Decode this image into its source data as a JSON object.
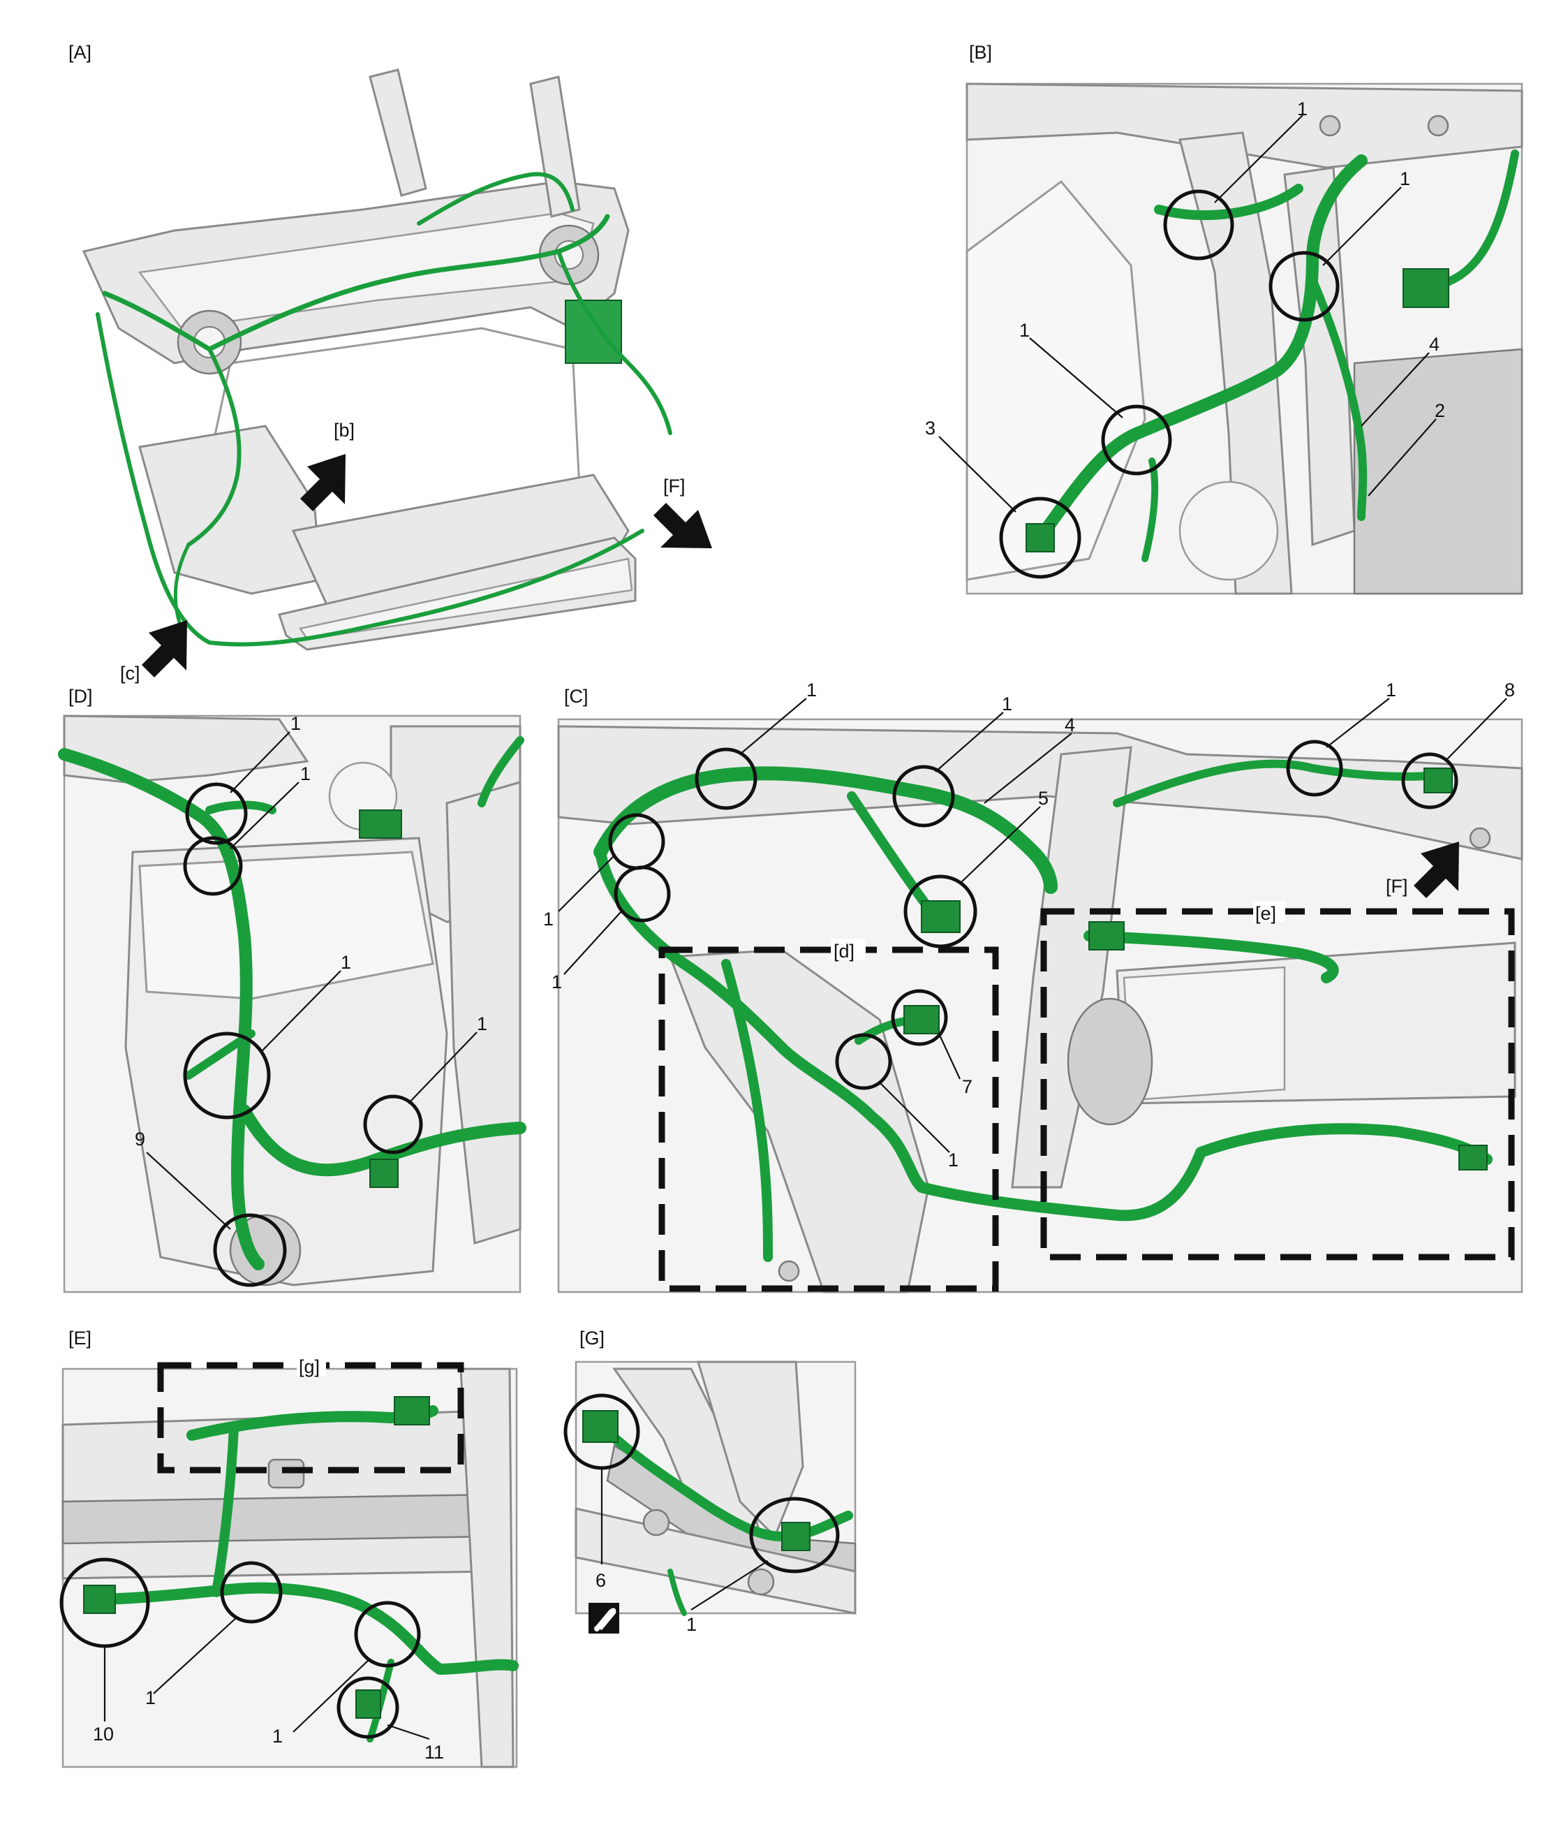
{
  "panels": {
    "A": {
      "label": "[A]",
      "view_b": "[b]",
      "view_c": "[c]",
      "view_F": "[F]"
    },
    "B": {
      "label": "[B]",
      "callouts": [
        "1",
        "1",
        "1",
        "4",
        "2",
        "3"
      ]
    },
    "D": {
      "label": "[D]",
      "callouts": [
        "1",
        "1",
        "1",
        "1",
        "9"
      ]
    },
    "C": {
      "label": "[C]",
      "callouts": [
        "1",
        "1",
        "4",
        "1",
        "8",
        "5",
        "1",
        "1",
        "7",
        "1"
      ],
      "zone_d": "[d]",
      "zone_e": "[e]",
      "view_F": "[F]"
    },
    "E": {
      "label": "[E]",
      "zone_g": "[g]",
      "callouts": [
        "10",
        "1",
        "1",
        "11"
      ]
    },
    "G": {
      "label": "[G]",
      "callouts": [
        "6",
        "1"
      ]
    }
  },
  "colors": {
    "harness": "#1a9e3c",
    "connector": "#1f8f3a",
    "callout_ring": "#111111",
    "body_metal": "#e9e9e9"
  },
  "icons": {
    "grease": "grease-icon"
  }
}
